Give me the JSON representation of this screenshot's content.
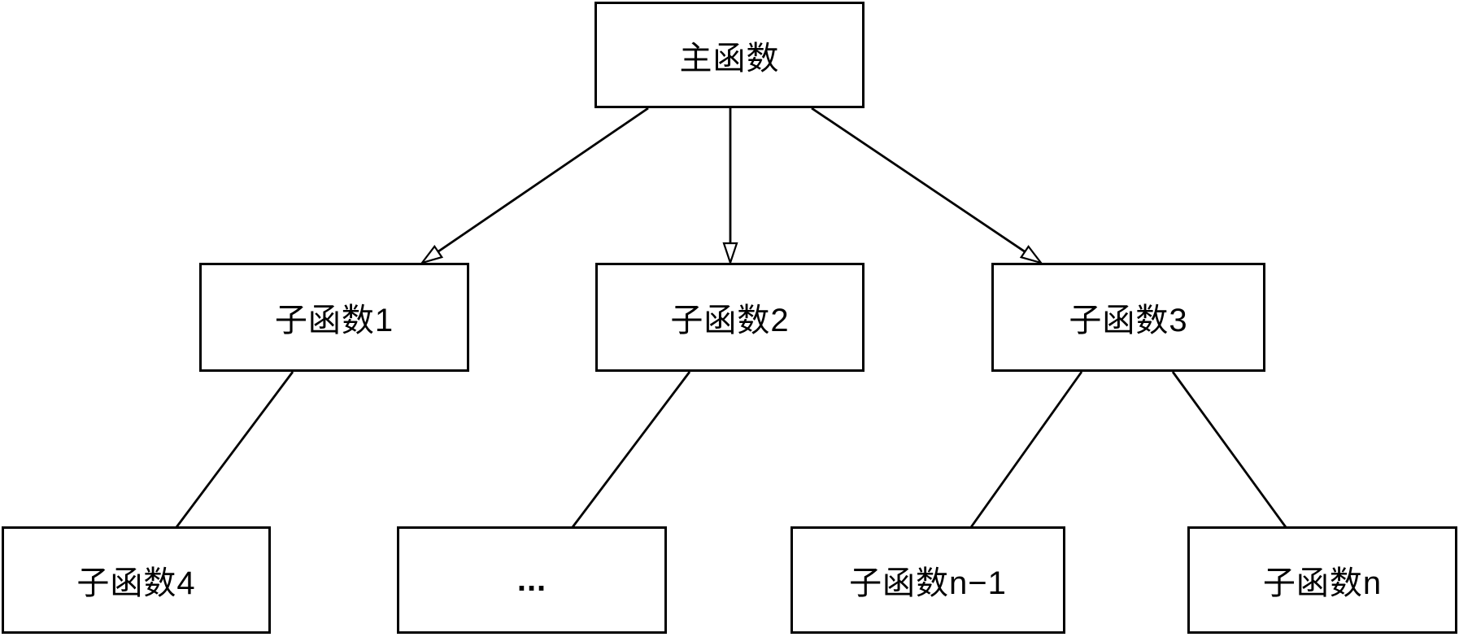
{
  "diagram": {
    "type": "tree",
    "description": "Function call hierarchy diagram",
    "background_color": "#ffffff",
    "stroke_color": "#000000",
    "node_fill_color": "#ffffff",
    "nodes": {
      "main": {
        "label": "主函数"
      },
      "sub1": {
        "label": "子函数1"
      },
      "sub2": {
        "label": "子函数2"
      },
      "sub3": {
        "label": "子函数3"
      },
      "sub4": {
        "label": "子函数4"
      },
      "ellipsis": {
        "label": "..."
      },
      "subn1": {
        "label": "子函数n−1"
      },
      "subn": {
        "label": "子函数n"
      }
    },
    "edges": [
      {
        "from": "main",
        "to": "sub1",
        "style": "open-arrow"
      },
      {
        "from": "main",
        "to": "sub2",
        "style": "open-arrow"
      },
      {
        "from": "main",
        "to": "sub3",
        "style": "open-arrow"
      },
      {
        "from": "sub1",
        "to": "sub4",
        "style": "plain-line"
      },
      {
        "from": "sub2",
        "to": "ellipsis",
        "style": "plain-line"
      },
      {
        "from": "sub3",
        "to": "subn1",
        "style": "plain-line"
      },
      {
        "from": "sub3",
        "to": "subn",
        "style": "plain-line"
      }
    ]
  }
}
